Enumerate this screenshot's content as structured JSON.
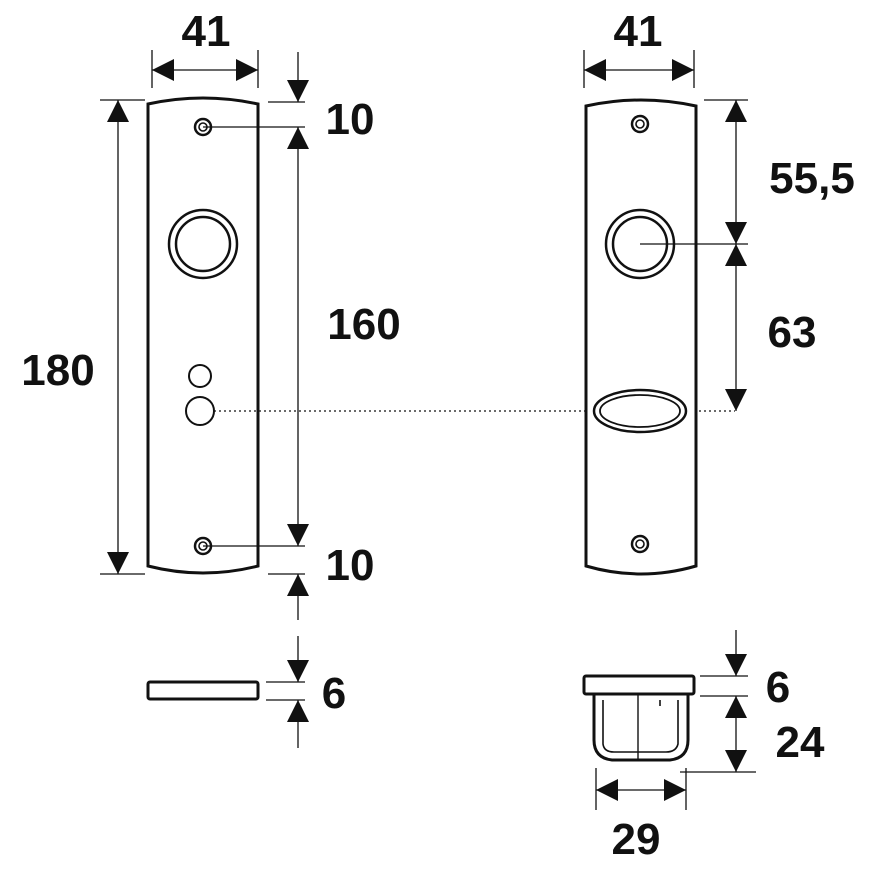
{
  "colors": {
    "line": "#111111",
    "background": "#ffffff"
  },
  "front": {
    "width_label": "41",
    "height_total_label": "180",
    "hole_spacing_label": "160",
    "top_offset_label": "10",
    "bottom_offset_label": "10",
    "thickness_label": "6"
  },
  "back": {
    "width_label": "41",
    "upper_label": "55,5",
    "lower_label": "63",
    "top_thickness_label": "6",
    "body_height_label": "24",
    "body_width_label": "29"
  }
}
